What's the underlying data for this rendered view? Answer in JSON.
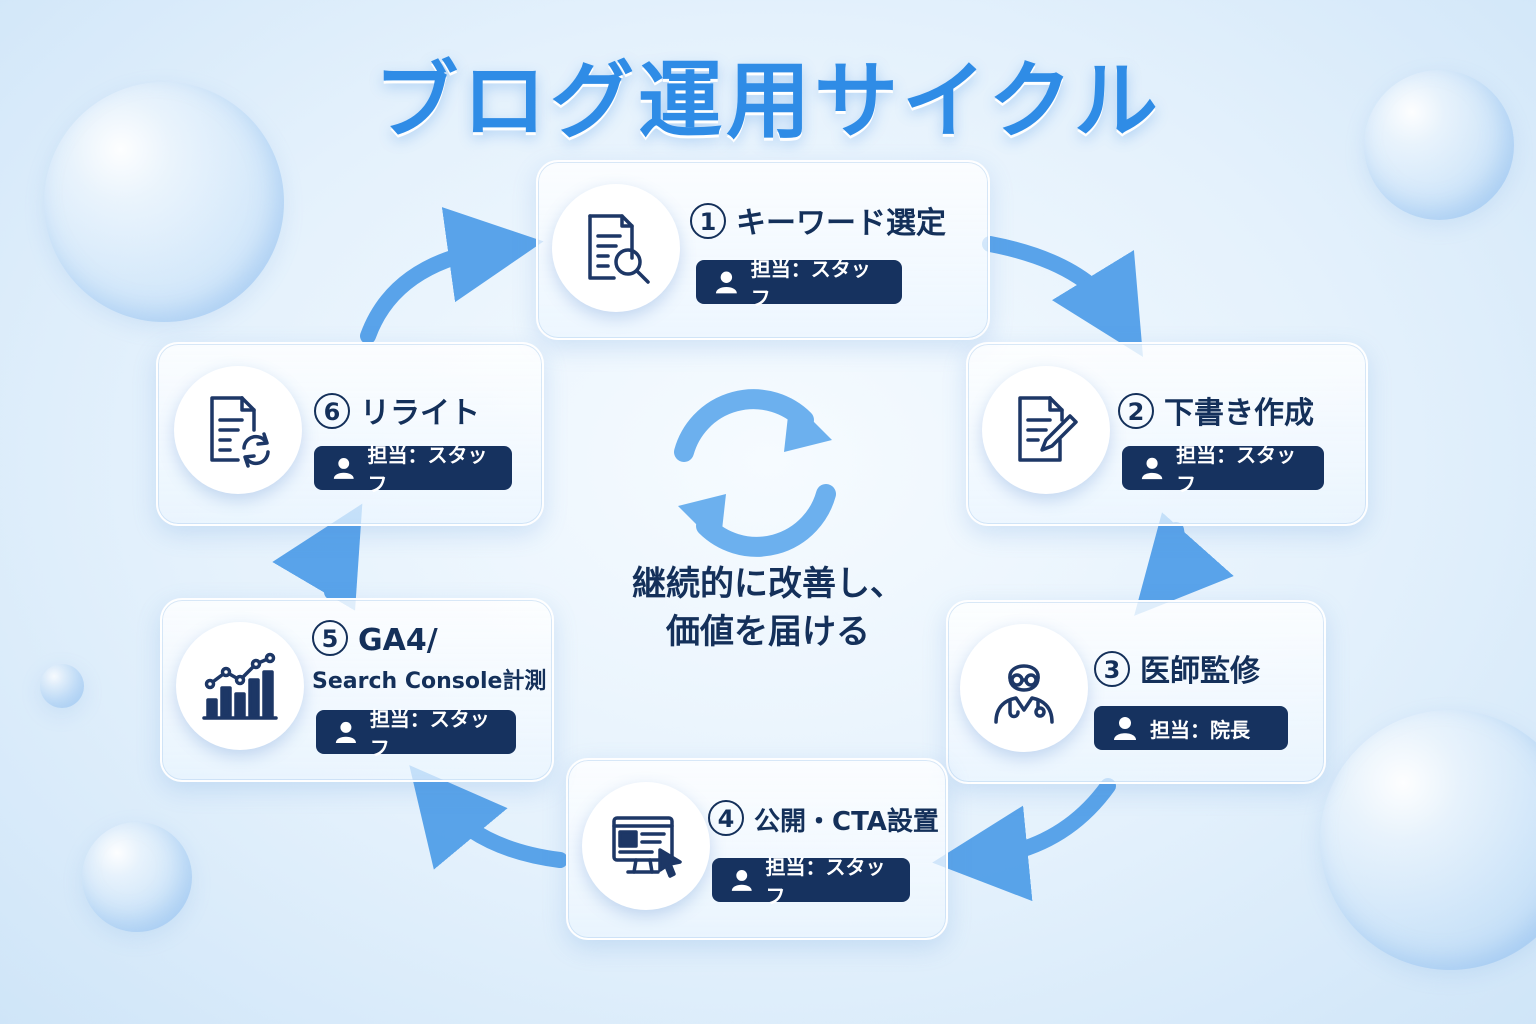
{
  "title": "ブログ運用サイクル",
  "center_message": {
    "line1": "継続的に改善し、",
    "line2": "価値を届ける"
  },
  "steps": [
    {
      "num": "1",
      "label": "キーワード選定",
      "owner": "担当：スタッフ",
      "icon": "document-search-icon"
    },
    {
      "num": "2",
      "label": "下書き作成",
      "owner": "担当：スタッフ",
      "icon": "document-pen-icon"
    },
    {
      "num": "3",
      "label": "医師監修",
      "owner": "担当：院長",
      "icon": "doctor-icon"
    },
    {
      "num": "4",
      "label": "公開・CTA設置",
      "owner": "担当：スタッフ",
      "icon": "monitor-cursor-icon"
    },
    {
      "num": "5",
      "label": "GA4/",
      "label2": "Search Console計測",
      "owner": "担当：スタッフ",
      "icon": "bar-chart-icon"
    },
    {
      "num": "6",
      "label": "リライト",
      "owner": "担当：スタッフ",
      "icon": "document-refresh-icon"
    }
  ],
  "colors": {
    "accent": "#2f8ce6",
    "navy": "#16325f",
    "arrow": "#4a9be8"
  }
}
